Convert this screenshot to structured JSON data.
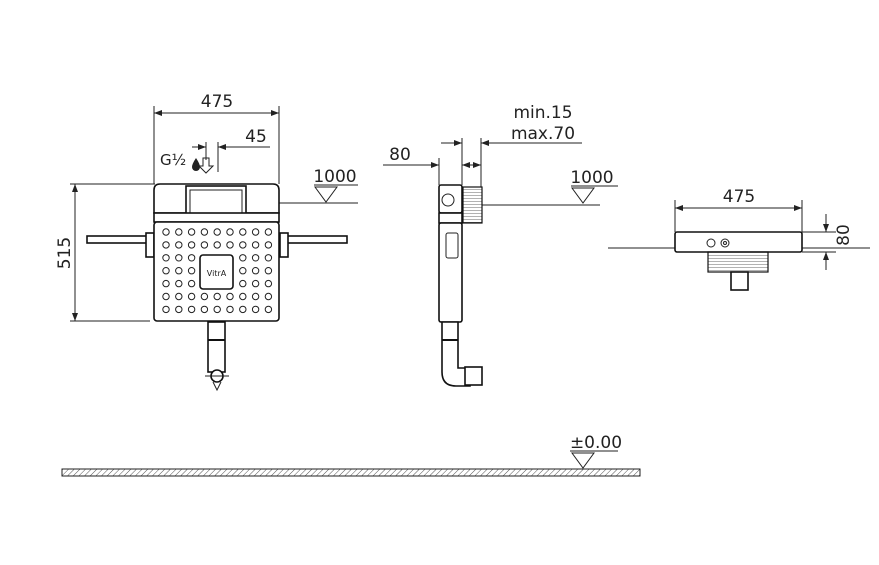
{
  "front_view": {
    "width_label": "475",
    "offset_label": "45",
    "inlet_label": "G½",
    "height_label": "515",
    "level_label": "1000",
    "logo_text": "VitrA"
  },
  "side_view": {
    "depth_label": "80",
    "min_label": "min.15",
    "max_label": "max.70",
    "level_label": "1000"
  },
  "top_view": {
    "width_label": "475",
    "depth_label": "80"
  },
  "floor": {
    "level_label": "±0.00"
  }
}
